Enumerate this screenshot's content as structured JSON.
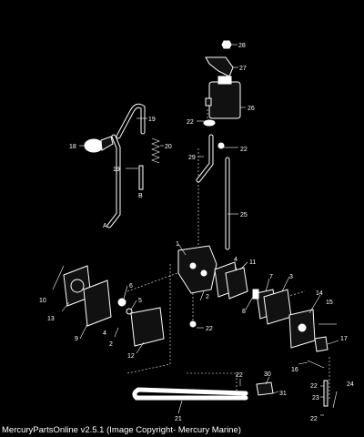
{
  "diagram": {
    "callouts": [
      "28",
      "27",
      "26",
      "22",
      "22",
      "19",
      "18",
      "20",
      "29",
      "19",
      "B",
      "25",
      "A",
      "1",
      "2",
      "4",
      "11",
      "6",
      "5",
      "10",
      "13",
      "9",
      "8",
      "7",
      "3",
      "4",
      "2",
      "12",
      "22",
      "14",
      "15",
      "17",
      "16",
      "22",
      "30",
      "31",
      "21",
      "22",
      "23",
      "24",
      "22"
    ]
  },
  "footer": {
    "text": "MercuryPartsOnline v2.5.1 (Image Copyright- Mercury Marine)"
  }
}
